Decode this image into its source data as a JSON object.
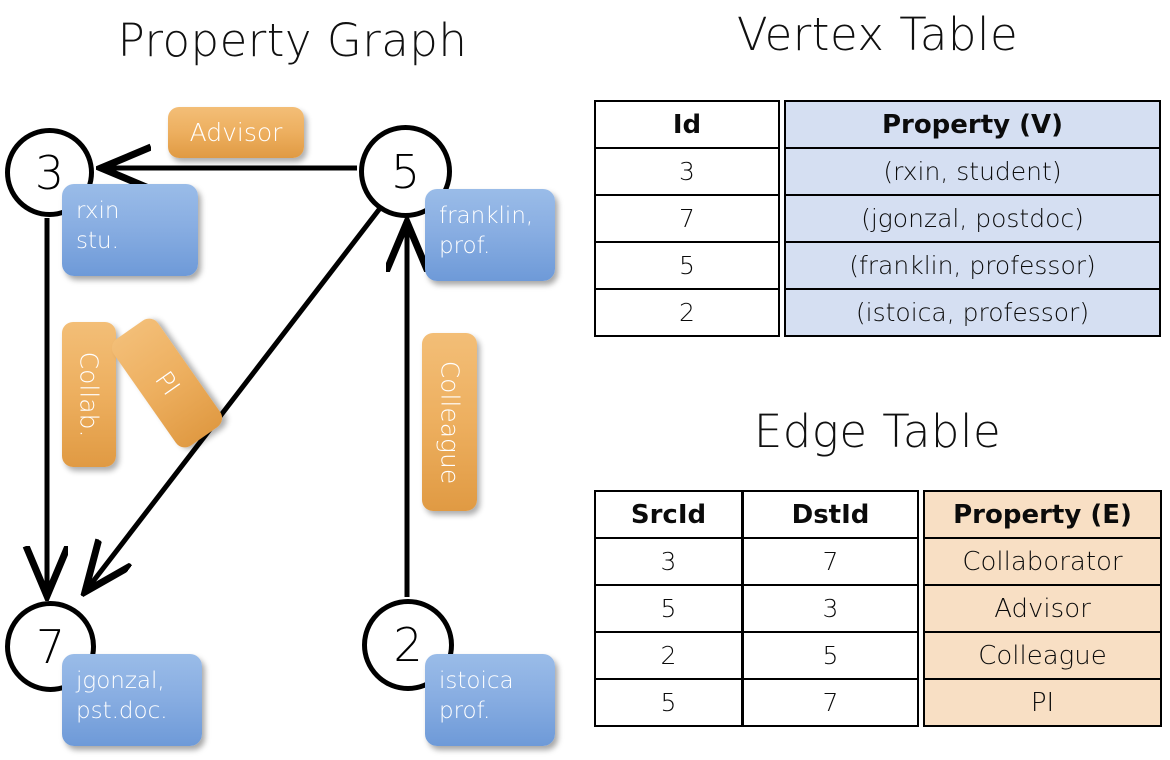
{
  "graph": {
    "title": "Property Graph",
    "nodes": [
      {
        "id": "3",
        "prop": "rxin\nstu."
      },
      {
        "id": "5",
        "prop": "franklin,\nprof."
      },
      {
        "id": "7",
        "prop": "jgonzal,\npst.doc."
      },
      {
        "id": "2",
        "prop": "istoica\nprof."
      }
    ],
    "edge_labels": {
      "advisor": "Advisor",
      "collab": "Collab.",
      "pi": "PI",
      "colleague": "Colleague"
    }
  },
  "vertex_table": {
    "title": "Vertex Table",
    "headers": {
      "id": "Id",
      "property": "Property (V)"
    },
    "rows": [
      {
        "id": "3",
        "property": "(rxin, student)"
      },
      {
        "id": "7",
        "property": "(jgonzal, postdoc)"
      },
      {
        "id": "5",
        "property": "(franklin, professor)"
      },
      {
        "id": "2",
        "property": "(istoica, professor)"
      }
    ]
  },
  "edge_table": {
    "title": "Edge Table",
    "headers": {
      "src": "SrcId",
      "dst": "DstId",
      "property": "Property (E)"
    },
    "rows": [
      {
        "src": "3",
        "dst": "7",
        "property": "Collaborator"
      },
      {
        "src": "5",
        "dst": "3",
        "property": "Advisor"
      },
      {
        "src": "2",
        "dst": "5",
        "property": "Colleague"
      },
      {
        "src": "5",
        "dst": "7",
        "property": "PI"
      }
    ]
  },
  "colors": {
    "vertex_fill": "#D5DFF2",
    "edge_fill": "#F8DFC4",
    "node_badge": "#89AEE2",
    "edge_badge": "#EDAF5F",
    "stroke": "#000000",
    "background": "#FFFFFF"
  }
}
